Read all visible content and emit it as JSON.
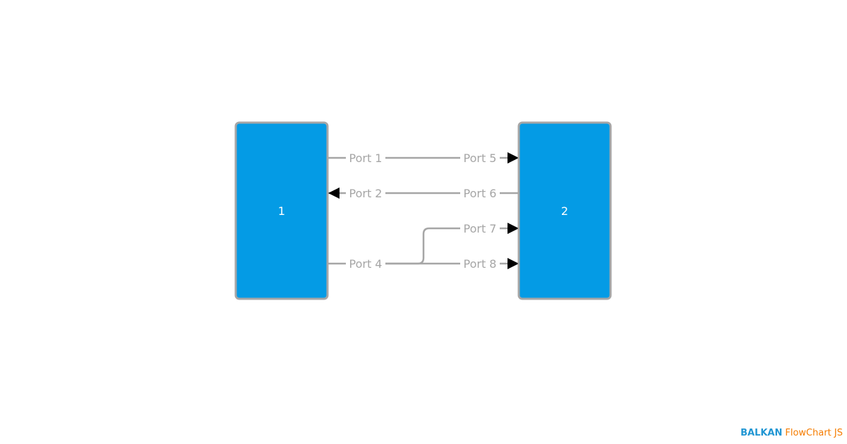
{
  "nodes": [
    {
      "id": "node-1",
      "label": "1"
    },
    {
      "id": "node-2",
      "label": "2"
    }
  ],
  "ports": {
    "p1": "Port 1",
    "p2": "Port 2",
    "p4": "Port 4",
    "p5": "Port 5",
    "p6": "Port 6",
    "p7": "Port 7",
    "p8": "Port 8"
  },
  "links": [
    {
      "from": "Port 1",
      "to": "Port 5",
      "arrow": "to-node-2"
    },
    {
      "from": "Port 6",
      "to": "Port 2",
      "arrow": "to-node-1"
    },
    {
      "from": "Port 4",
      "to": "Port 7",
      "arrow": "to-node-2"
    },
    {
      "from": "Port 4",
      "to": "Port 8",
      "arrow": "to-node-2"
    }
  ],
  "colors": {
    "node_fill": "#049be5",
    "node_border": "#a6a6a6",
    "link": "#a6a6a6",
    "arrow": "#000000",
    "brand_primary": "#2196d3",
    "brand_secondary": "#f57c00"
  },
  "watermark": {
    "brand": "BALKAN",
    "product": "FlowChart JS"
  }
}
